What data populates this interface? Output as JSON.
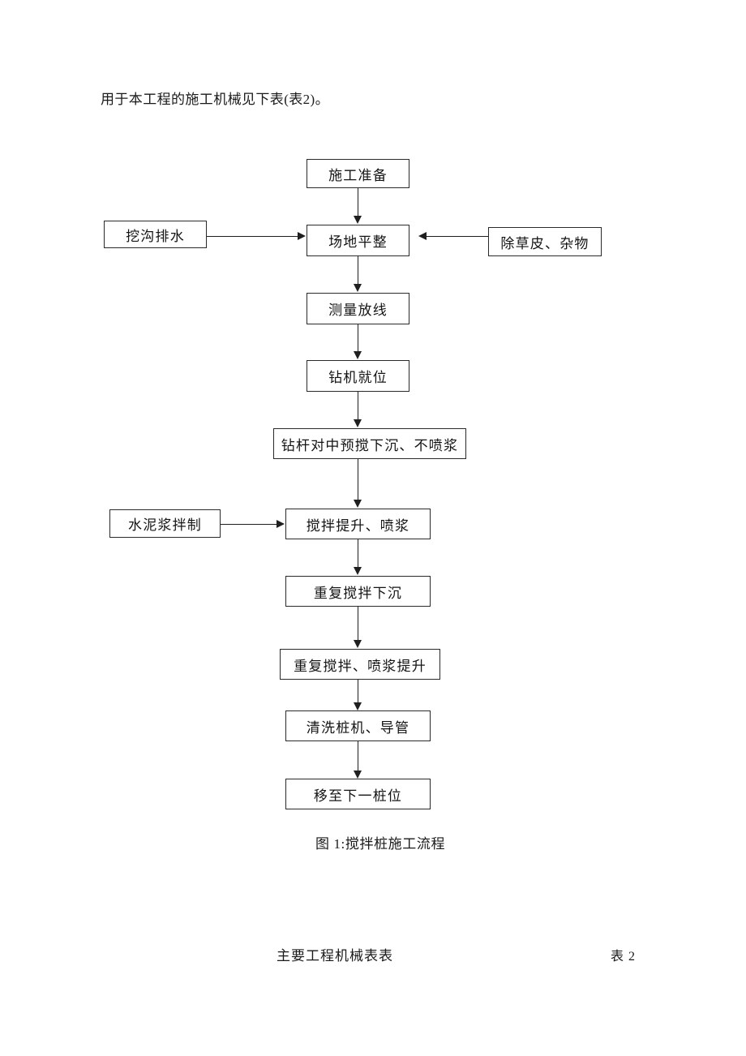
{
  "document": {
    "intro_paragraph": "用于本工程的施工机械见下表(表2)。",
    "figure_caption": "图 1:搅拌桩施工流程",
    "table_caption": "主要工程机械表表",
    "table_label": "表 2"
  },
  "flowchart": {
    "nodes": [
      {
        "id": "construction-preparation",
        "label": "施工准备"
      },
      {
        "id": "site-leveling",
        "label": "场地平整"
      },
      {
        "id": "ditch-drainage",
        "label": "挖沟排水"
      },
      {
        "id": "remove-turf-debris",
        "label": "除草皮、杂物"
      },
      {
        "id": "survey-setting-out",
        "label": "测量放线"
      },
      {
        "id": "drill-positioning",
        "label": "钻机就位"
      },
      {
        "id": "drill-rod-presink",
        "label": "钻杆对中预搅下沉、不喷浆"
      },
      {
        "id": "cement-slurry-mixing",
        "label": "水泥浆拌制"
      },
      {
        "id": "mix-lift-spray",
        "label": "搅拌提升、喷浆"
      },
      {
        "id": "repeat-mix-sink",
        "label": "重复搅拌下沉"
      },
      {
        "id": "repeat-mix-spray-lift",
        "label": "重复搅拌、喷浆提升"
      },
      {
        "id": "clean-pile-machine",
        "label": "清洗桩机、导管"
      },
      {
        "id": "move-next-pile",
        "label": "移至下一桩位"
      }
    ]
  },
  "colors": {
    "page_background": "#ffffff",
    "text": "#1a1a1a",
    "box_border": "#2a2a2a",
    "connector": "#1f1f1f"
  }
}
